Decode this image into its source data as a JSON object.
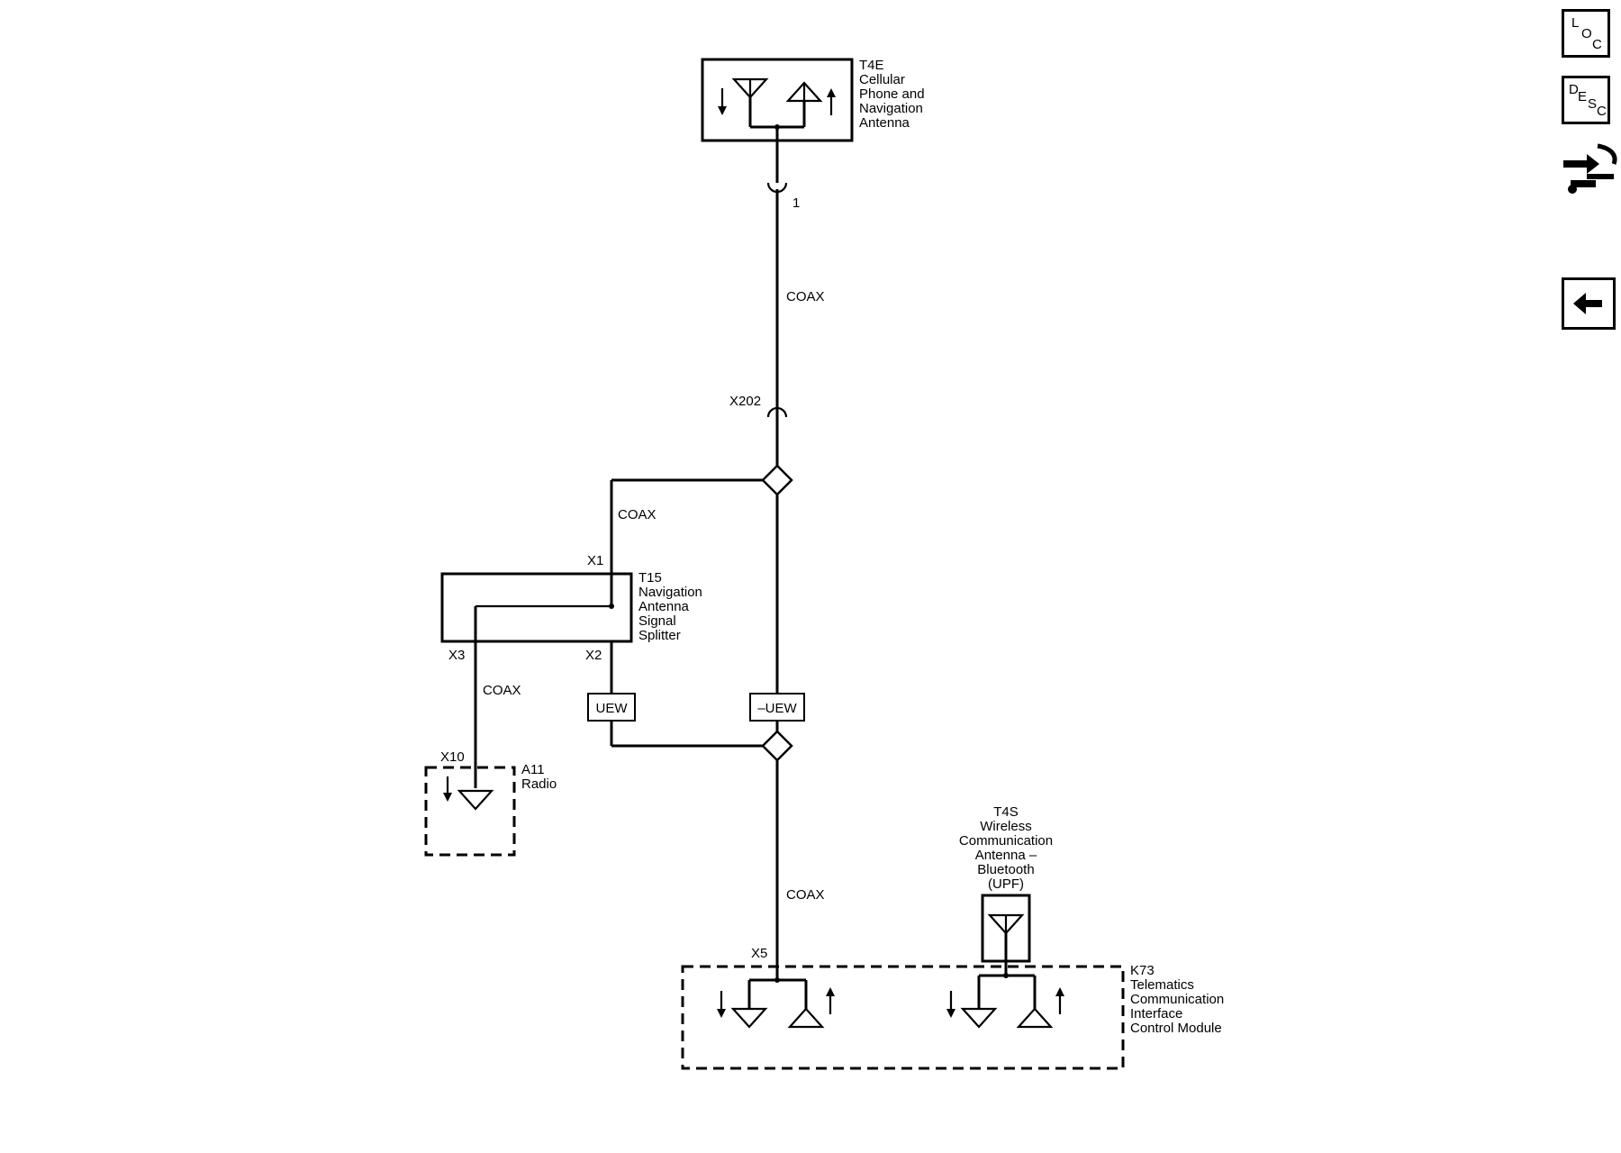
{
  "sidebar": {
    "loc": {
      "l1": "L",
      "l2": "O",
      "l3": "C"
    },
    "desc": {
      "l1": "D",
      "l2": "E",
      "l3": "S",
      "l4": "C"
    },
    "tool_icon": "service-tools-icon",
    "back_icon": "back-arrow-icon"
  },
  "components": {
    "t4e": [
      "T4E",
      "Cellular",
      "Phone and",
      "Navigation",
      "Antenna"
    ],
    "t15": [
      "T15",
      "Navigation",
      "Antenna",
      "Signal",
      "Splitter"
    ],
    "a11": [
      "A11",
      "Radio"
    ],
    "t4s": [
      "T4S",
      "Wireless",
      "Communication",
      "Antenna –",
      "Bluetooth",
      "(UPF)"
    ],
    "k73": [
      "K73",
      "Telematics",
      "Communication",
      "Interface",
      "Control Module"
    ]
  },
  "connectors": {
    "pin1": "1",
    "x202": "X202",
    "x1": "X1",
    "x2": "X2",
    "x3": "X3",
    "x10": "X10",
    "x5": "X5"
  },
  "wires": {
    "coax_top": "COAX",
    "coax_mid": "COAX",
    "coax_left": "COAX",
    "coax_bottom": "COAX"
  },
  "options": {
    "uew": "UEW",
    "not_uew": "–UEW"
  }
}
